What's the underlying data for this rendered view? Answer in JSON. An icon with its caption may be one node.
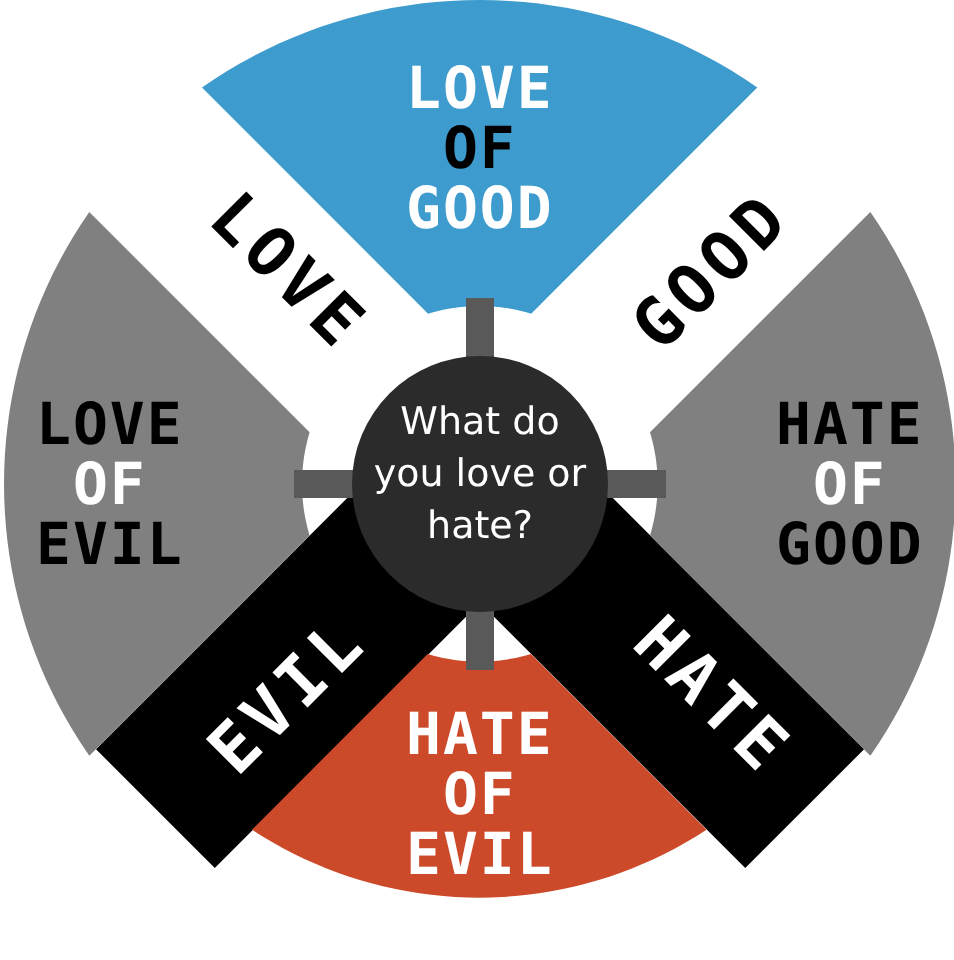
{
  "diagram": {
    "nodes": [
      {
        "text": [
          "LOVE OF GOOD"
        ]
      },
      {
        "text": [
          "LOVE"
        ]
      },
      {
        "text": [
          "GOOD"
        ]
      },
      {
        "text": [
          "LOVE OF EVIL"
        ]
      },
      {
        "text": [
          "What do you love or hate?"
        ]
      },
      {
        "text": [
          "HATE OF GOOD"
        ]
      },
      {
        "text": [
          "EVIL"
        ]
      },
      {
        "text": [
          "HATE"
        ]
      },
      {
        "text": [
          "HATE OF EVIL"
        ]
      }
    ]
  }
}
